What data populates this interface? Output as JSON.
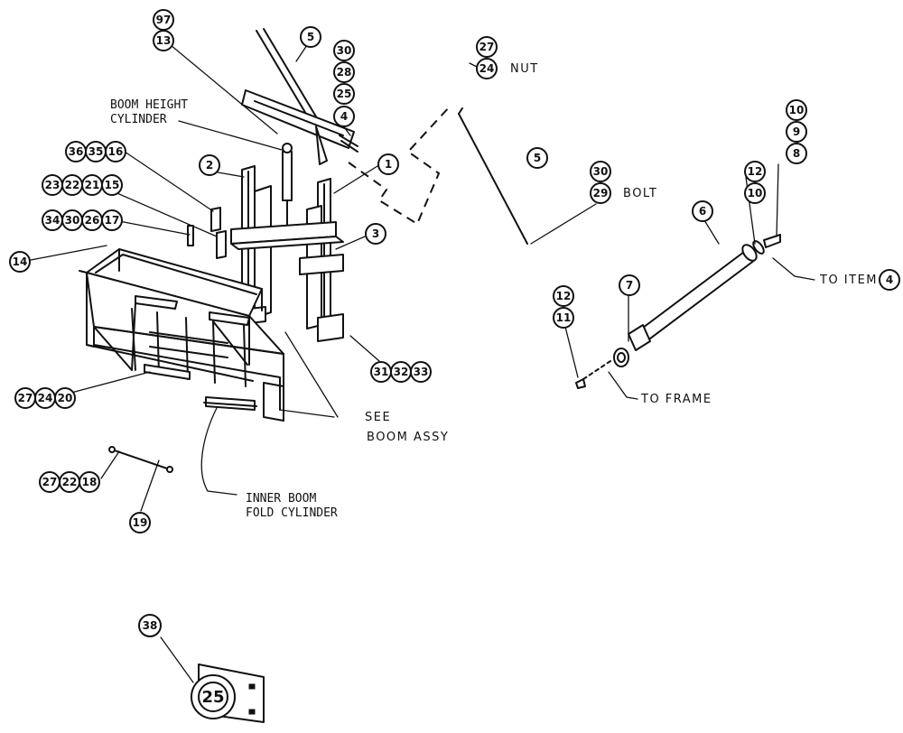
{
  "callouts": {
    "c97": "97",
    "c13": "13",
    "c5a": "5",
    "c30a": "30",
    "c28": "28",
    "c25": "25",
    "c4": "4",
    "c27a": "27",
    "c24a": "24",
    "c5b": "5",
    "c30b": "30",
    "c29": "29",
    "c1": "1",
    "c2": "2",
    "c3": "3",
    "c36": "36",
    "c35": "35",
    "c16": "16",
    "c23": "23",
    "c22a": "22",
    "c21": "21",
    "c15": "15",
    "c34": "34",
    "c30c": "30",
    "c26": "26",
    "c17": "17",
    "c14": "14",
    "c31": "31",
    "c32": "32",
    "c33": "33",
    "c27b": "27",
    "c24b": "24",
    "c20": "20",
    "c27c": "27",
    "c22b": "22",
    "c18": "18",
    "c19": "19",
    "c10a": "10",
    "c9": "9",
    "c8": "8",
    "c12a": "12",
    "c10b": "10",
    "c6": "6",
    "c7": "7",
    "c12b": "12",
    "c11": "11",
    "c4b": "4",
    "c38": "38"
  },
  "labels": {
    "boom_height_1": "BOOM HEIGHT",
    "boom_height_2": "CYLINDER",
    "nut": "NUT",
    "bolt": "BOLT",
    "to_item": "TO ITEM",
    "to_frame": "TO FRAME",
    "see": "SEE",
    "boom_assy": "BOOM ASSY",
    "inner_boom_1": "INNER BOOM",
    "inner_boom_2": "FOLD CYLINDER",
    "decal_number": "25"
  }
}
